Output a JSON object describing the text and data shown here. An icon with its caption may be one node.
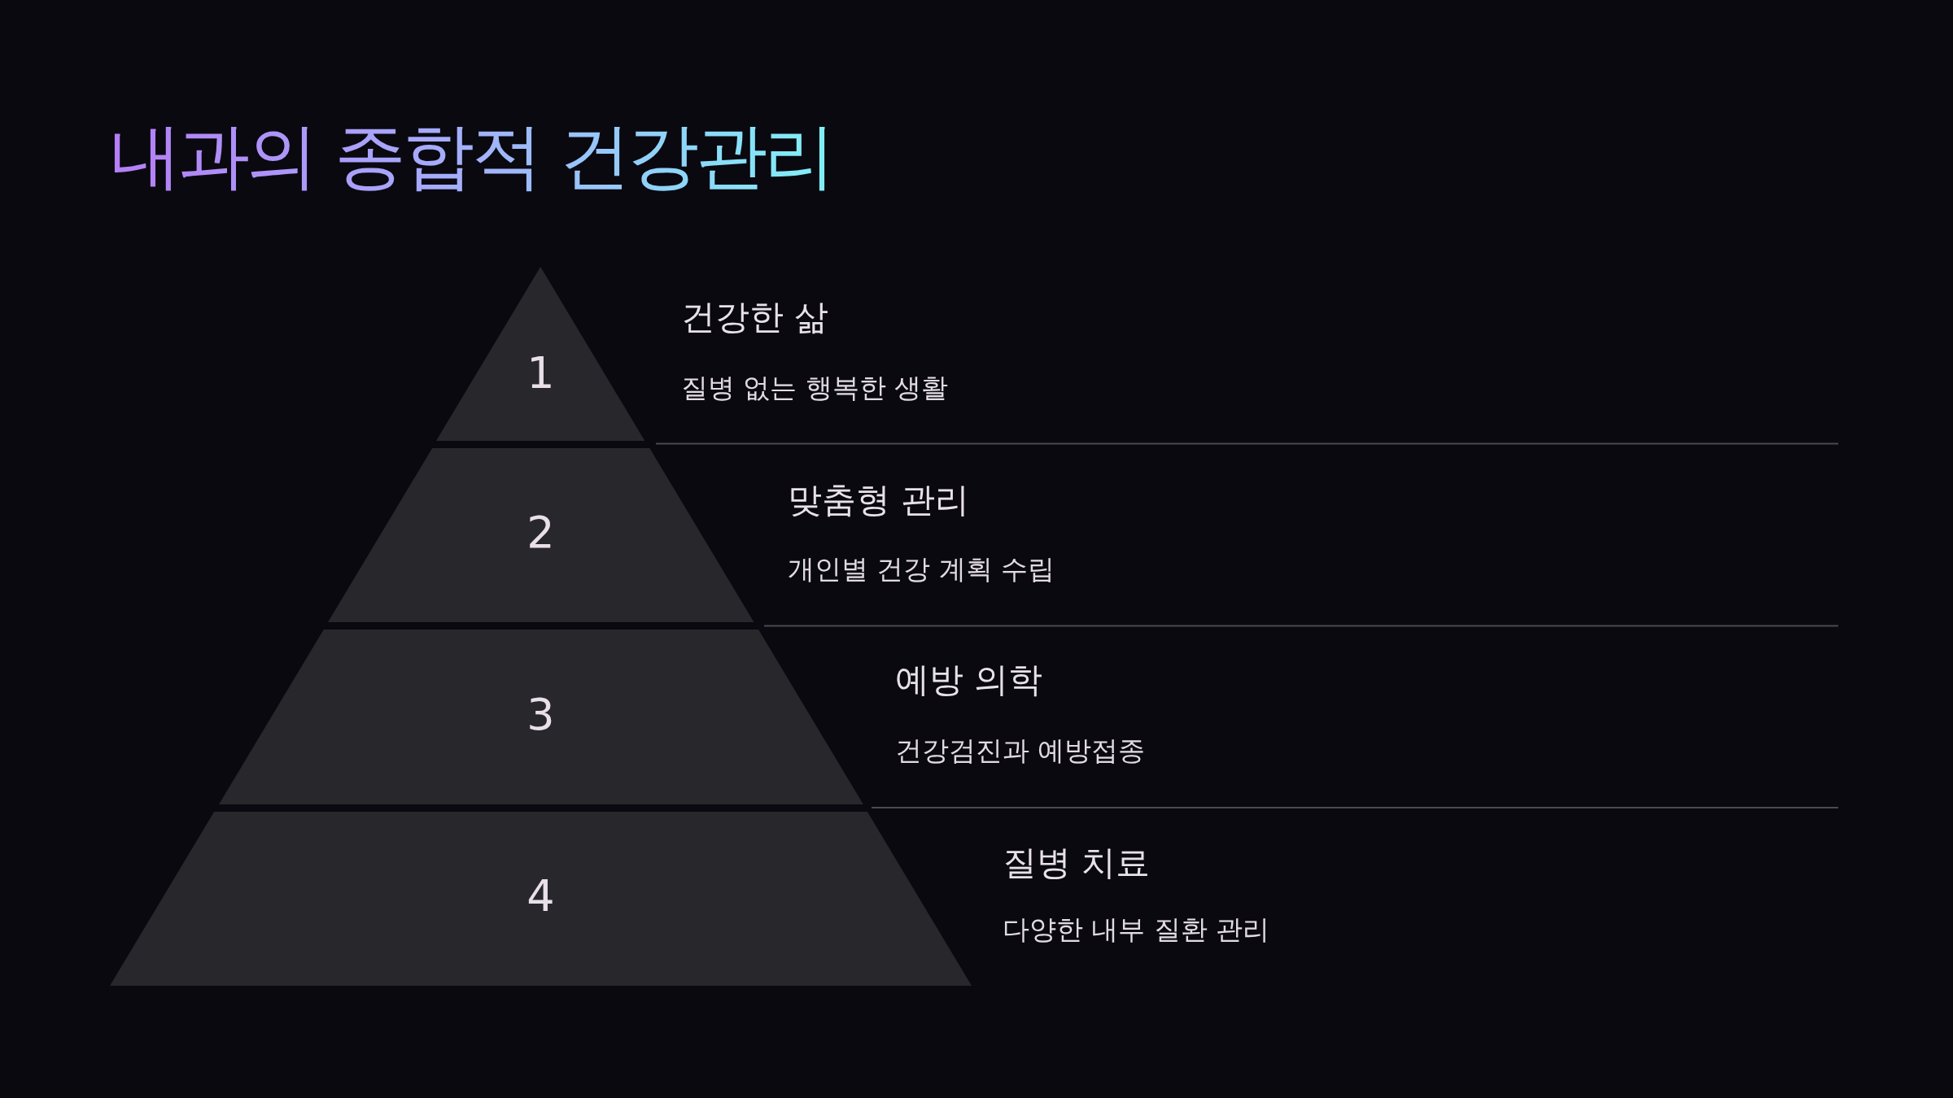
{
  "diagram": {
    "title": "내과의 종합적 건강관리",
    "nodes": [
      {
        "text": [
          "1"
        ],
        "beside": [
          "건강한 삶",
          "질병 없는 행복한 생활"
        ]
      },
      {
        "text": [
          "2"
        ],
        "beside": [
          "맞춤형 관리",
          "개인별 건강 계획 수립"
        ]
      },
      {
        "text": [
          "3"
        ],
        "beside": [
          "예방 의학",
          "건강검진과 예방접종"
        ]
      },
      {
        "text": [
          "4"
        ],
        "beside": [
          "질병 치료",
          "다양한 내부 질환 관리"
        ]
      }
    ]
  }
}
